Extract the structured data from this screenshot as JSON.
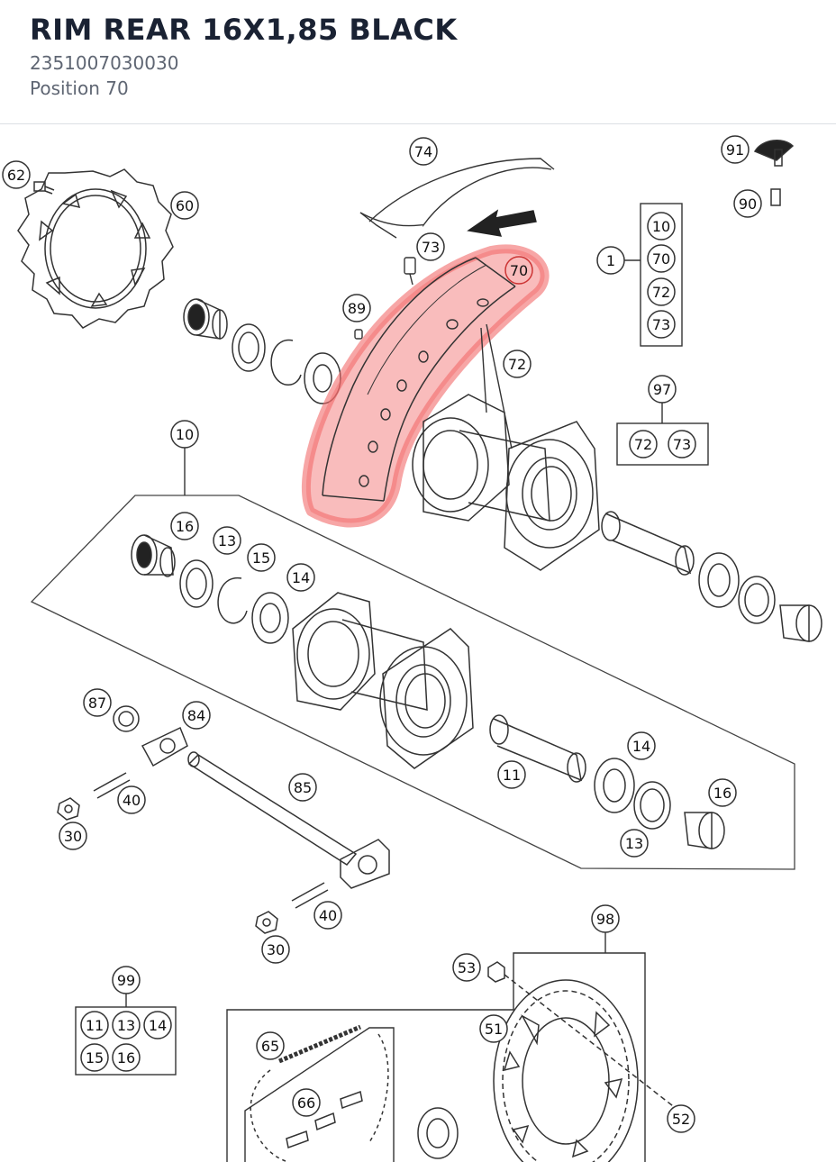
{
  "header": {
    "title": "RIM REAR 16X1,85 BLACK",
    "part_number": "2351007030030",
    "position": "Position 70"
  },
  "diagram": {
    "highlight_color": "#f26b6b",
    "selected_callout": "70",
    "callouts": {
      "c62": "62",
      "c60": "60",
      "c74": "74",
      "c73": "73",
      "c70": "70",
      "c89": "89",
      "c72": "72",
      "c91": "91",
      "c90": "90",
      "c1": "1",
      "c97": "97",
      "c10": "10",
      "c16": "16",
      "c13": "13",
      "c15": "15",
      "c14": "14",
      "c87": "87",
      "c84": "84",
      "c40": "40",
      "c30": "30",
      "c85": "85",
      "c11": "11",
      "c14b": "14",
      "c16b": "16",
      "c13b": "13",
      "c40b": "40",
      "c30b": "30",
      "c98": "98",
      "c53": "53",
      "c99": "99",
      "c51": "51",
      "c52": "52",
      "c65": "65",
      "c66": "66"
    },
    "kit_1": [
      "10",
      "70",
      "72",
      "73"
    ],
    "kit_97": [
      "72",
      "73"
    ],
    "kit_99": [
      "11",
      "13",
      "14",
      "15",
      "16"
    ]
  }
}
